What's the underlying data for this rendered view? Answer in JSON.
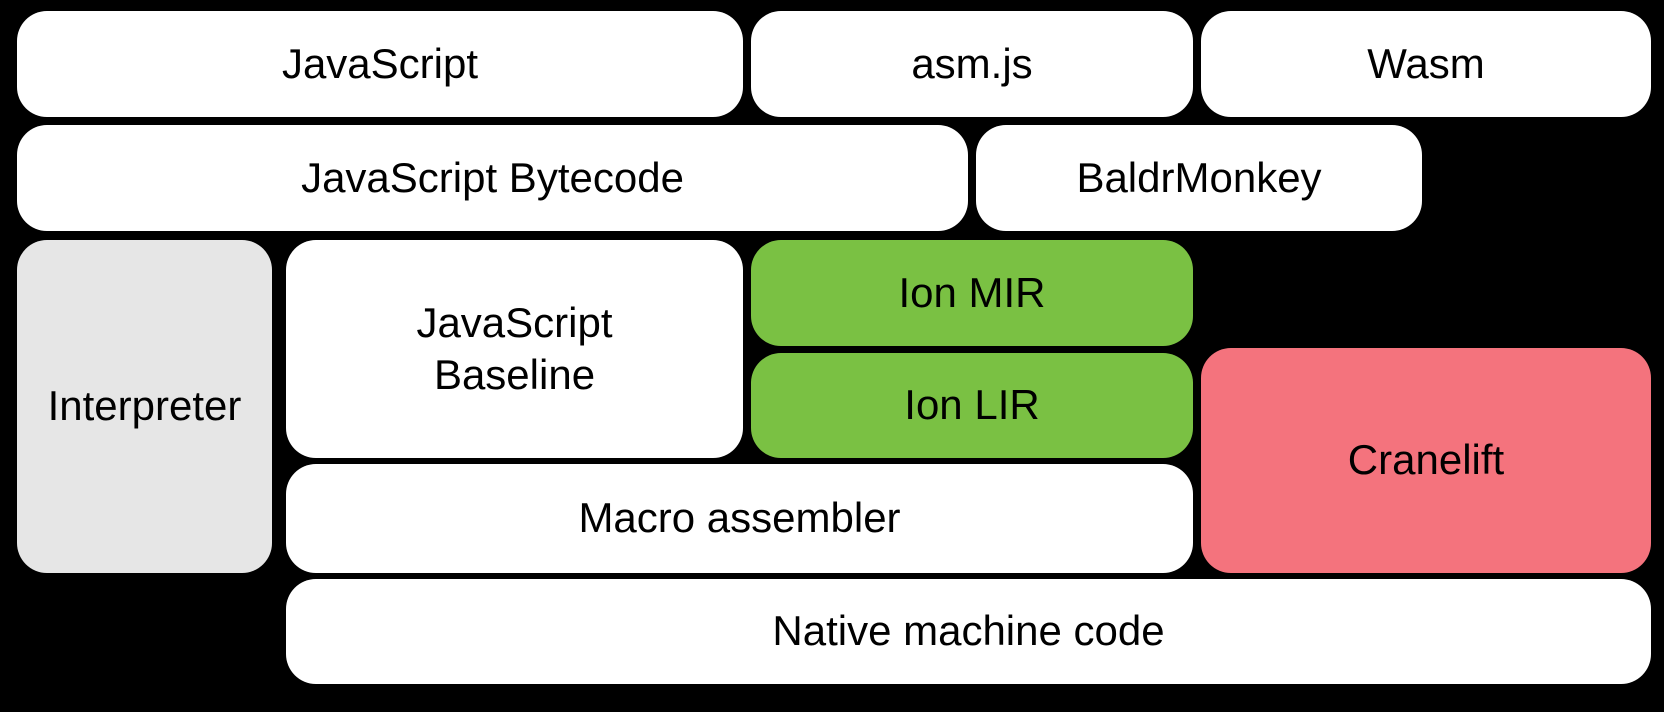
{
  "diagram": {
    "title": "JavaScript / Wasm compiler pipeline",
    "background": "#000000",
    "colors": {
      "default": "#ffffff",
      "interpreter": "#e6e6e6",
      "ion": "#7ac143",
      "cranelift": "#f4737d",
      "text": "#000000"
    },
    "nodes": {
      "javascript": {
        "label": "JavaScript"
      },
      "asmjs": {
        "label": "asm.js"
      },
      "wasm": {
        "label": "Wasm"
      },
      "bytecode": {
        "label": "JavaScript Bytecode"
      },
      "baldrmonkey": {
        "label": "BaldrMonkey"
      },
      "interpreter": {
        "label": "Interpreter"
      },
      "baseline": {
        "label": "JavaScript Baseline"
      },
      "ion_mir": {
        "label": "Ion MIR"
      },
      "ion_lir": {
        "label": "Ion LIR"
      },
      "cranelift": {
        "label": "Cranelift"
      },
      "macro_assembler": {
        "label": "Macro assembler"
      },
      "native": {
        "label": "Native machine code"
      }
    }
  }
}
